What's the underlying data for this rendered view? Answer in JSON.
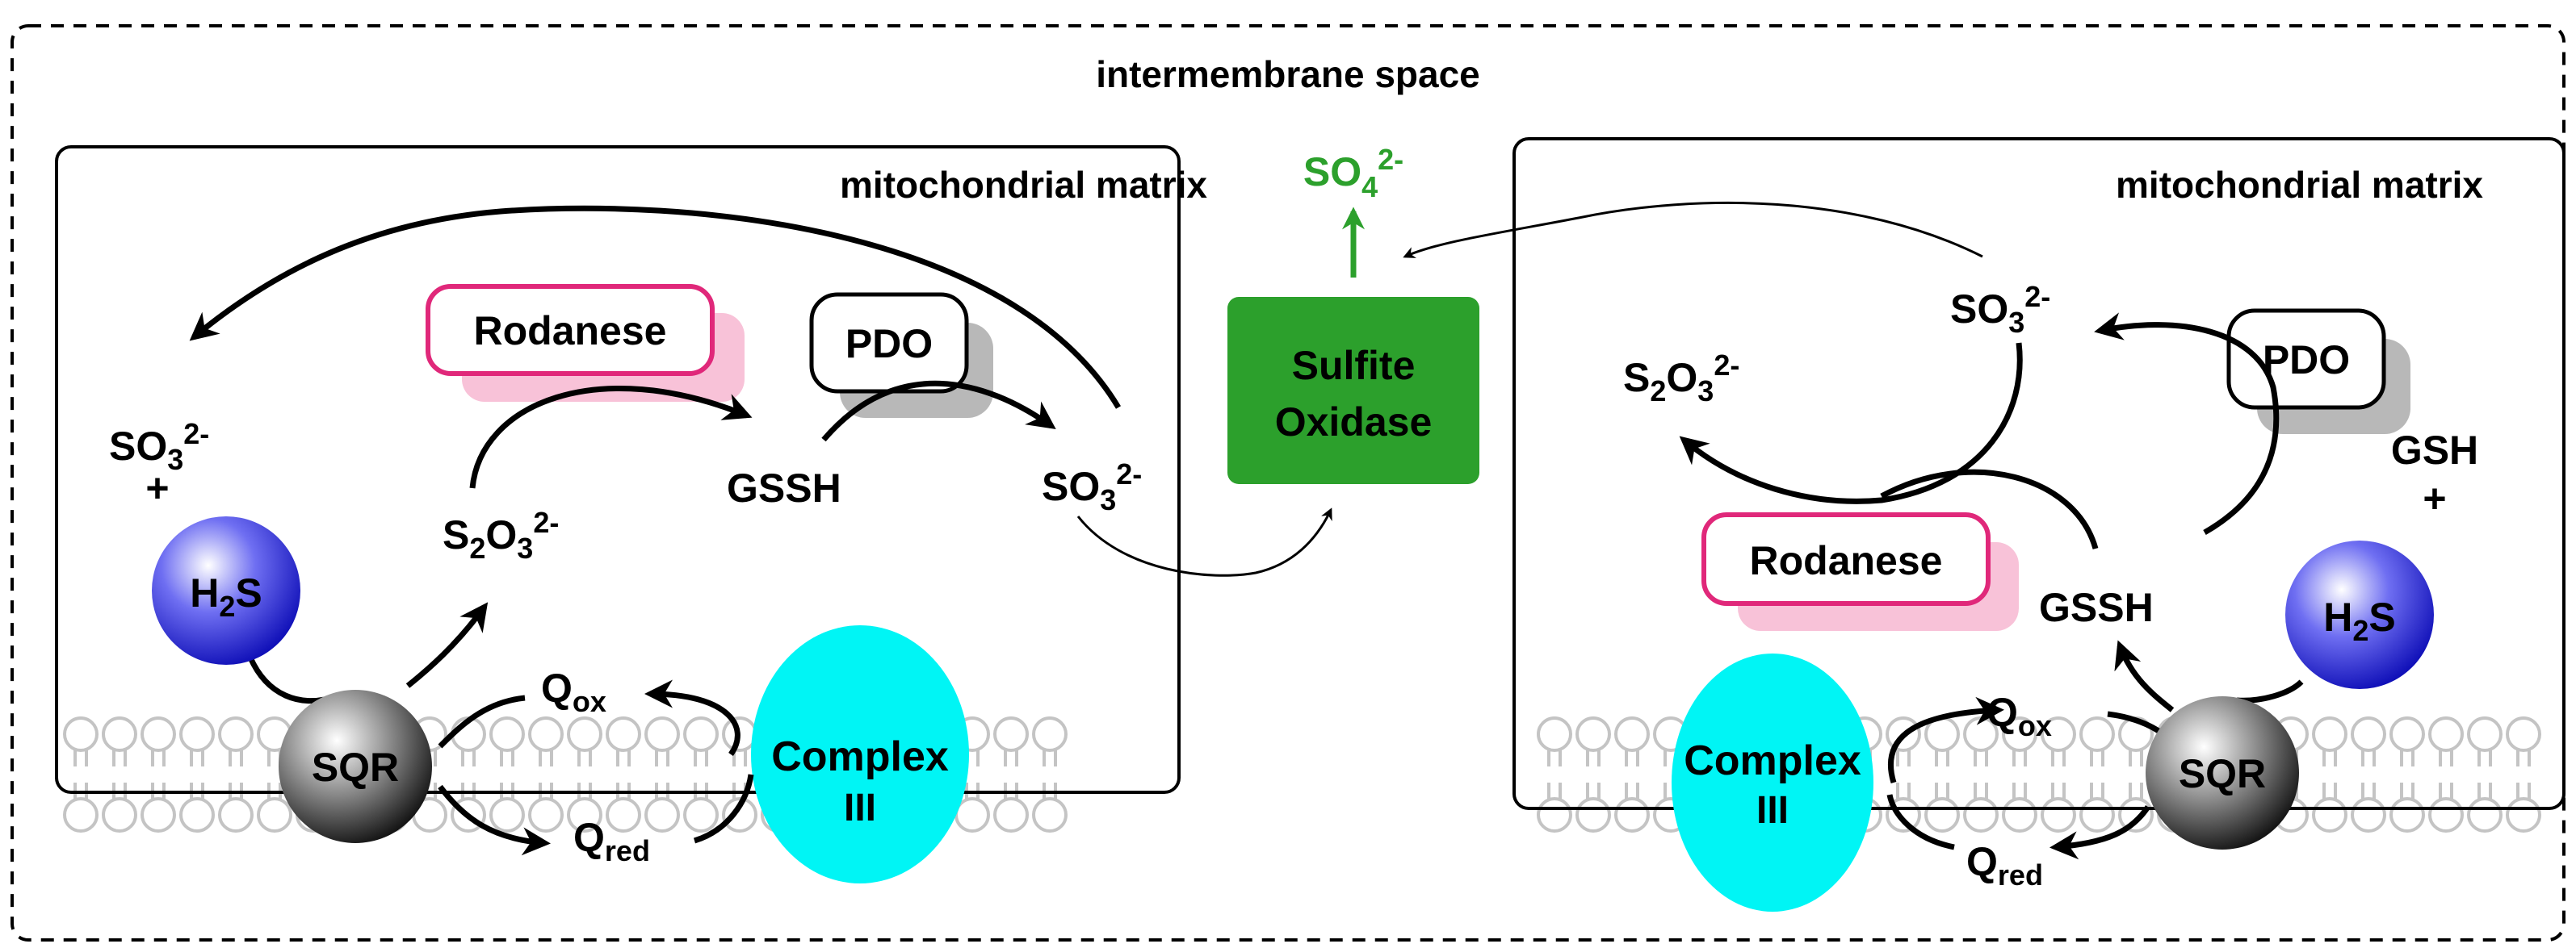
{
  "labels": {
    "intermembrane_space": "intermembrane space",
    "mitochondrial_matrix": "mitochondrial matrix",
    "rodanese": "Rodanese",
    "pdo": "PDO",
    "sulfite_oxidase_line1": "Sulfite",
    "sulfite_oxidase_line2": "Oxidase",
    "complex_iii_line1": "Complex",
    "complex_iii_line2": "III",
    "sqr": "SQR",
    "h2s_main": "H",
    "h2s_sub": "2",
    "h2s_tail": "S",
    "so3_main": "SO",
    "so3_sub": "3",
    "so3_sup": "2-",
    "so4_main": "SO",
    "so4_sub": "4",
    "so4_sup": "2-",
    "s2o3_s": "S",
    "s2o3_sub1": "2",
    "s2o3_o": "O",
    "s2o3_sub2": "3",
    "s2o3_sup": "2-",
    "gssh": "GSSH",
    "gsh": "GSH",
    "plus": "+",
    "q": "Q",
    "q_ox_sub": "ox",
    "q_red_sub": "red"
  },
  "colors": {
    "rodanese_border": "#e0287a",
    "rodanese_shadow": "#f8c2d8",
    "pdo_shadow": "#b8b8b8",
    "sulfite_oxidase_fill": "#2ca02c",
    "so4_text": "#2ca02c",
    "complex_iii_fill": "#00f5f5",
    "membrane_lipid": "#c4c4c4",
    "h2s_sphere": "#1f1fd6",
    "sqr_sphere": "#3a3a3a"
  },
  "icons": {
    "h2s": "blue-sphere",
    "sqr": "gray-sphere",
    "membrane": "lipid-bilayer"
  }
}
